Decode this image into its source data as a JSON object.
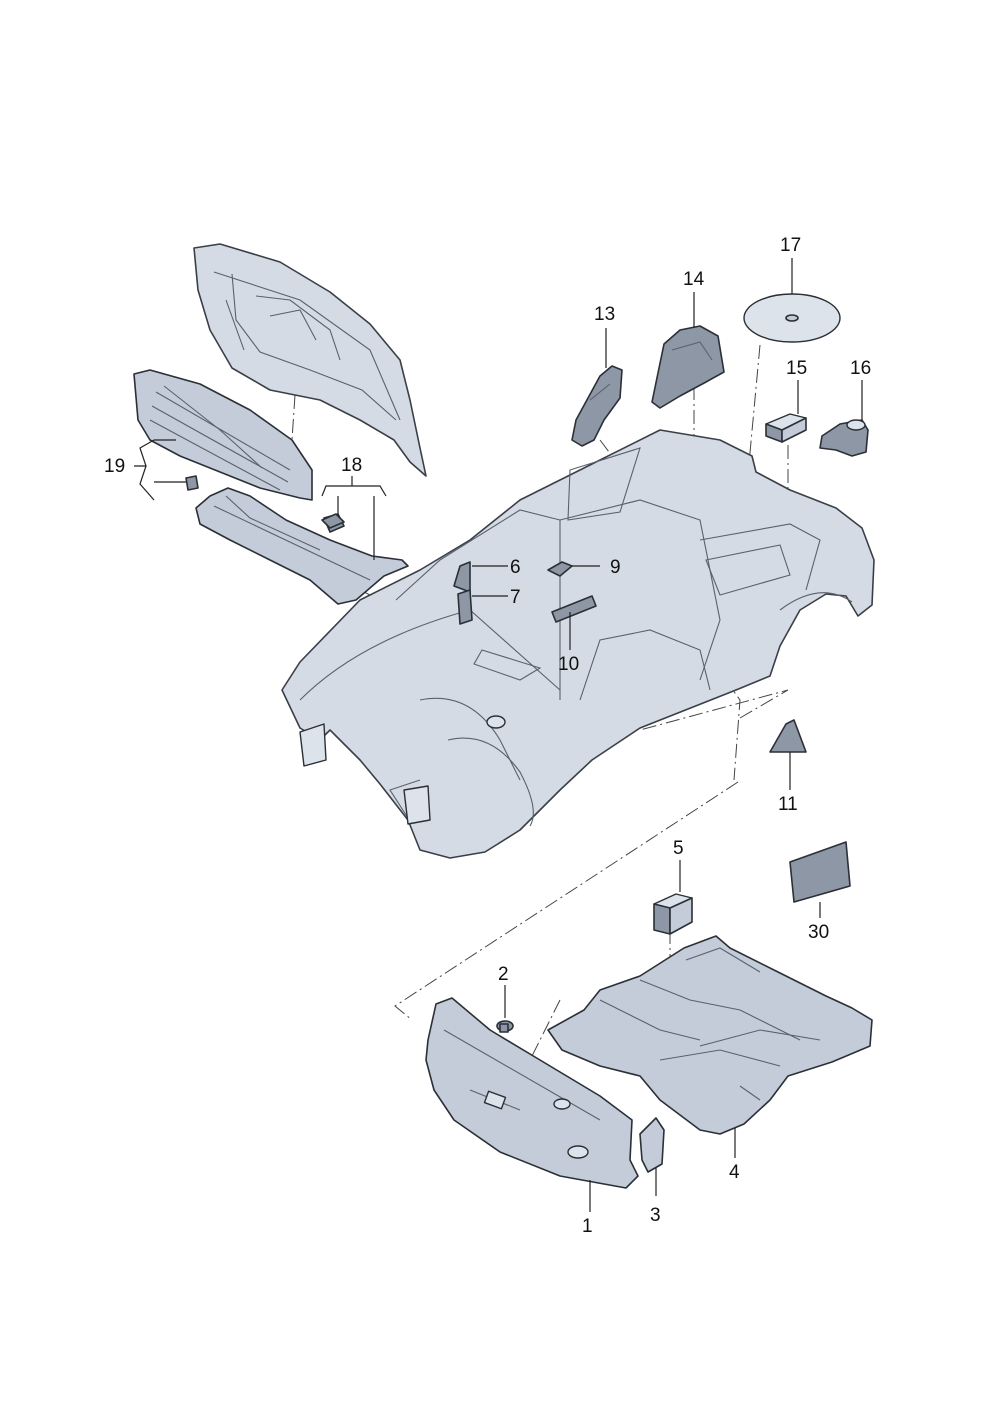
{
  "callouts": {
    "c1": "1",
    "c2": "2",
    "c3": "3",
    "c4": "4",
    "c5": "5",
    "c6": "6",
    "c7": "7",
    "c9": "9",
    "c10": "10",
    "c11": "11",
    "c13": "13",
    "c14": "14",
    "c15": "15",
    "c16": "16",
    "c17": "17",
    "c18": "18",
    "c19": "19",
    "c30": "30"
  },
  "colors": {
    "part": "#c3ccd8",
    "part_dark": "#8e97a5",
    "body": "#d4dbe5",
    "outline": "#2b2f36"
  }
}
